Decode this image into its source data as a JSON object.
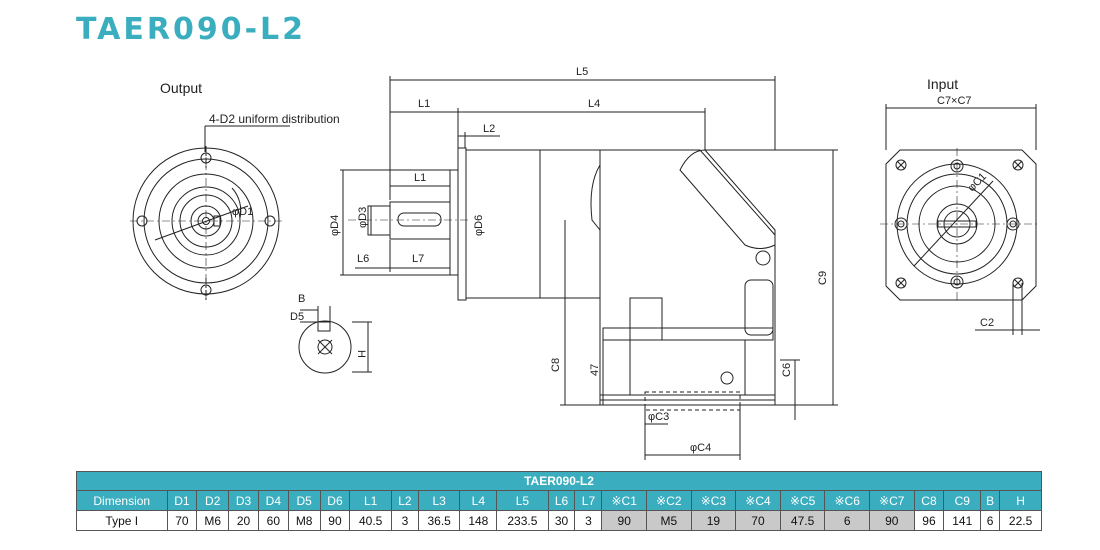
{
  "title": "TAER090-L2",
  "views": {
    "output_label": "Output",
    "input_label": "Input",
    "distribution_note": "4-D2 uniform distribution",
    "input_size_label": "C7×C7"
  },
  "dimension_labels": {
    "L5": "L5",
    "L1": "L1",
    "L4": "L4",
    "L2": "L2",
    "L1_shaft": "L1",
    "L6": "L6",
    "L7": "L7",
    "D4": "φD4",
    "D3": "φD3",
    "D6": "φD6",
    "D1": "φD1",
    "C1": "φC1",
    "C9": "C9",
    "C8": "C8",
    "C6": "C6",
    "h47": "47",
    "C3": "φC3",
    "C4": "φC4",
    "C2": "C2",
    "B": "B",
    "D5": "D5",
    "H": "H"
  },
  "table": {
    "title": "TAER090-L2",
    "columns": [
      "Dimension",
      "D1",
      "D2",
      "D3",
      "D4",
      "D5",
      "D6",
      "L1",
      "L2",
      "L3",
      "L4",
      "L5",
      "L6",
      "L7",
      "※C1",
      "※C2",
      "※C3",
      "※C4",
      "※C5",
      "※C6",
      "※C7",
      "C8",
      "C9",
      "B",
      "H"
    ],
    "rows": [
      {
        "values": [
          "Type I",
          "70",
          "M6",
          "20",
          "60",
          "M8",
          "90",
          "40.5",
          "3",
          "36.5",
          "148",
          "233.5",
          "30",
          "3",
          "90",
          "M5",
          "19",
          "70",
          "47.5",
          "6",
          "90",
          "96",
          "141",
          "6",
          "22.5"
        ]
      }
    ],
    "shaded_columns": [
      14,
      15,
      16,
      17,
      18,
      19,
      20
    ]
  },
  "colors": {
    "accent": "#3aaebf",
    "shade": "#c9c9c9",
    "line": "#222222"
  }
}
